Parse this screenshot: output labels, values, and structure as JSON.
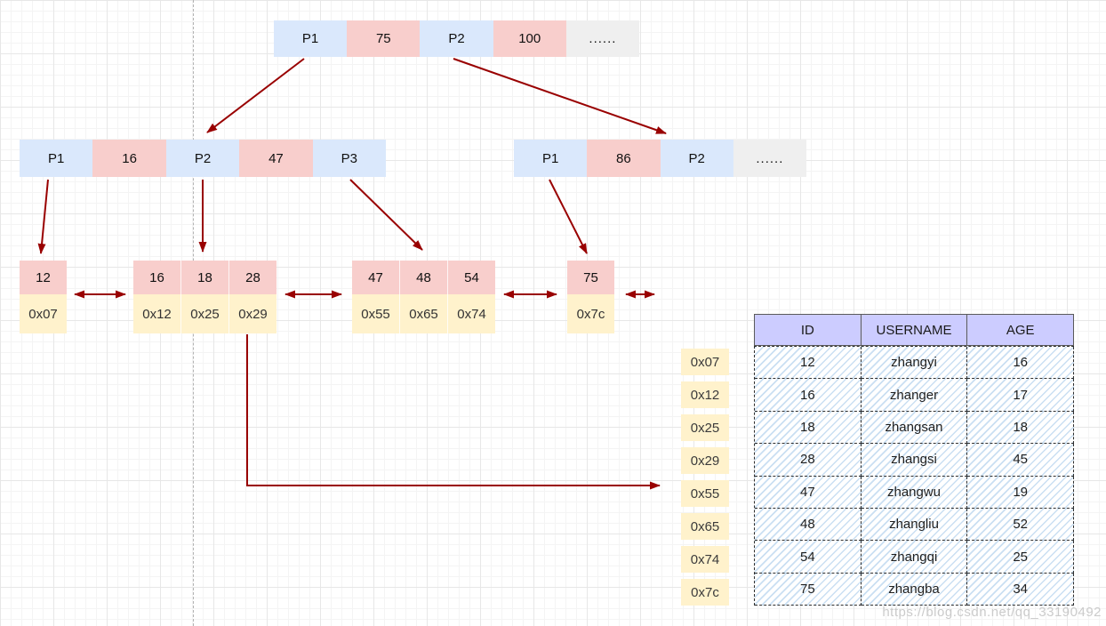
{
  "colors": {
    "pointer": "#DAE8FC",
    "key": "#F8CECC",
    "ellipsis": "#EFEFEF",
    "address": "#FFF2CC",
    "arrow": "#990000",
    "header": "#CCCCFF",
    "hatch": "#9EC5E8"
  },
  "nodes": {
    "root": {
      "cells": [
        {
          "label": "P1",
          "type": "pointer"
        },
        {
          "label": "75",
          "type": "key"
        },
        {
          "label": "P2",
          "type": "pointer"
        },
        {
          "label": "100",
          "type": "key"
        },
        {
          "label": "......",
          "type": "ellipsis"
        }
      ]
    },
    "internal_left": {
      "cells": [
        {
          "label": "P1",
          "type": "pointer"
        },
        {
          "label": "16",
          "type": "key"
        },
        {
          "label": "P2",
          "type": "pointer"
        },
        {
          "label": "47",
          "type": "key"
        },
        {
          "label": "P3",
          "type": "pointer"
        }
      ]
    },
    "internal_right": {
      "cells": [
        {
          "label": "P1",
          "type": "pointer"
        },
        {
          "label": "86",
          "type": "key"
        },
        {
          "label": "P2",
          "type": "pointer"
        },
        {
          "label": "......",
          "type": "ellipsis"
        }
      ]
    }
  },
  "leaves": [
    {
      "keys": [
        "12"
      ],
      "addresses": [
        "0x07"
      ]
    },
    {
      "keys": [
        "16",
        "18",
        "28"
      ],
      "addresses": [
        "0x12",
        "0x25",
        "0x29"
      ]
    },
    {
      "keys": [
        "47",
        "48",
        "54"
      ],
      "addresses": [
        "0x55",
        "0x65",
        "0x74"
      ]
    },
    {
      "keys": [
        "75"
      ],
      "addresses": [
        "0x7c"
      ]
    }
  ],
  "address_labels": [
    "0x07",
    "0x12",
    "0x25",
    "0x29",
    "0x55",
    "0x65",
    "0x74",
    "0x7c"
  ],
  "table": {
    "headers": [
      "ID",
      "USERNAME",
      "AGE"
    ],
    "rows": [
      [
        "12",
        "zhangyi",
        "16"
      ],
      [
        "16",
        "zhanger",
        "17"
      ],
      [
        "18",
        "zhangsan",
        "18"
      ],
      [
        "28",
        "zhangsi",
        "45"
      ],
      [
        "47",
        "zhangwu",
        "19"
      ],
      [
        "48",
        "zhangliu",
        "52"
      ],
      [
        "54",
        "zhangqi",
        "25"
      ],
      [
        "75",
        "zhangba",
        "34"
      ]
    ]
  },
  "watermark": "https://blog.csdn.net/qq_33190492"
}
